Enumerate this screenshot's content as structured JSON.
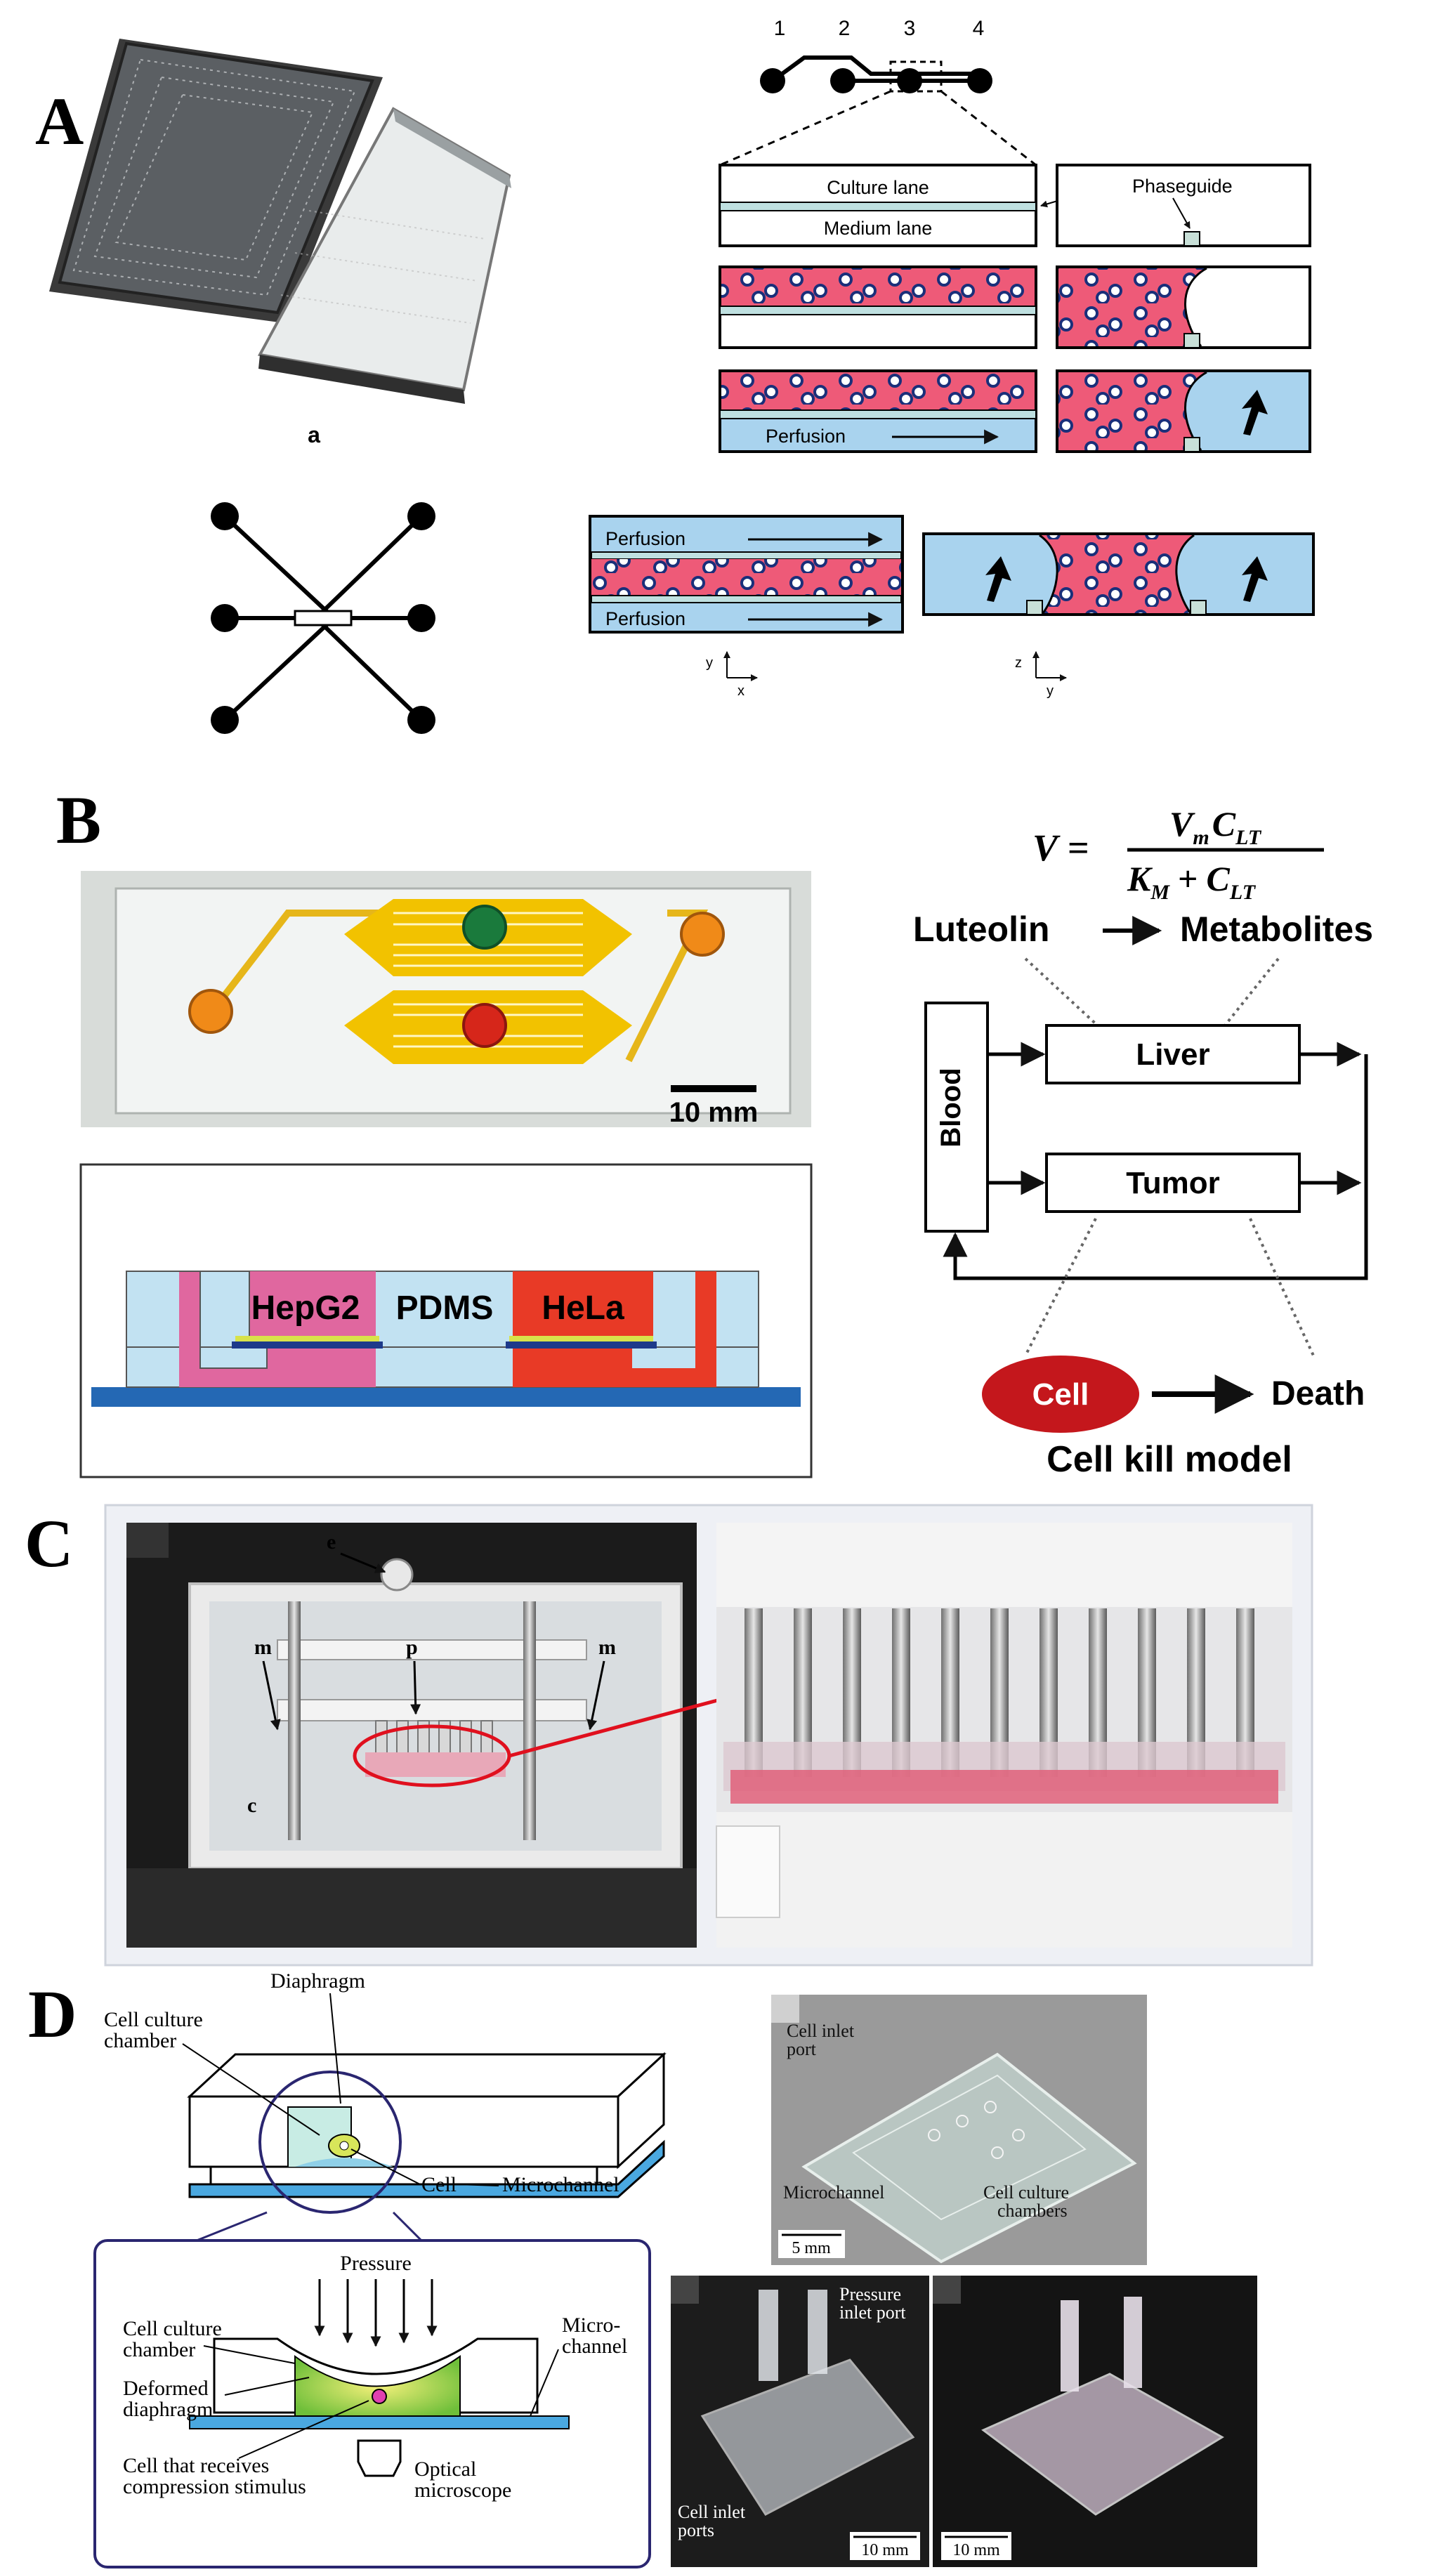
{
  "panel_letters": {
    "a": "A",
    "b": "B",
    "c": "C",
    "d": "D"
  },
  "panel_a": {
    "photo_caption": "a",
    "inlet_numbers": [
      "1",
      "2",
      "3",
      "4"
    ],
    "culture_lane": "Culture lane",
    "medium_lane": "Medium lane",
    "phaseguide": "Phaseguide",
    "perfusion": "Perfusion",
    "axis_xy": {
      "y": "y",
      "x": "x"
    },
    "axis_zy": {
      "z": "z",
      "y": "y"
    }
  },
  "panel_b": {
    "equation": {
      "lhs": "V",
      "num_vm": "V",
      "num_vm_sub": "m",
      "num_c": "C",
      "num_c_sub": "LT",
      "den_k": "K",
      "den_k_sub": "M",
      "den_plus": "+",
      "den_c": "C",
      "den_c_sub": "LT"
    },
    "luteolin": "Luteolin",
    "metabolites": "Metabolites",
    "blood": "Blood",
    "liver": "Liver",
    "tumor": "Tumor",
    "cell": "Cell",
    "death": "Death",
    "cell_kill_model": "Cell kill model",
    "scale_bar": "10 mm",
    "hepg2": "HepG2",
    "pdms": "PDMS",
    "hela": "HeLa"
  },
  "panel_c": {
    "label_e": "e",
    "label_m_left": "m",
    "label_p": "p",
    "label_m_right": "m",
    "label_c": "c"
  },
  "panel_d": {
    "diaphragm": "Diaphragm",
    "cell_culture_chamber": [
      "Cell culture",
      "chamber"
    ],
    "cell": "Cell",
    "microchannel": "Microchannel",
    "pressure": "Pressure",
    "cell_culture_chamber2": [
      "Cell culture",
      "chamber"
    ],
    "micro_channel": [
      "Micro-",
      "channel"
    ],
    "deformed_diaphragm": [
      "Deformed",
      "diaphragm"
    ],
    "cell_receives": [
      "Cell that receives",
      "compression stimulus"
    ],
    "optical_microscope": [
      "Optical",
      "microscope"
    ],
    "photo_cell_inlet_port": [
      "Cell inlet",
      "port"
    ],
    "photo_microchannel": "Microchannel",
    "photo_chambers": [
      "Cell culture",
      "chambers"
    ],
    "scale_5mm": "5 mm",
    "pressure_inlet_port": [
      "Pressure",
      "inlet port"
    ],
    "cell_inlet_ports": [
      "Cell inlet",
      "ports"
    ],
    "scale_10mm_a": "10 mm",
    "scale_10mm_b": "10 mm"
  },
  "colors": {
    "pink": "#ee5a78",
    "blue": "#a9d3ee",
    "light_blue": "#bfe0f2",
    "red": "#d93a2b",
    "magenta": "#e0679f",
    "navy": "#2d2f6e",
    "yellow_chip": "#f2c200"
  }
}
